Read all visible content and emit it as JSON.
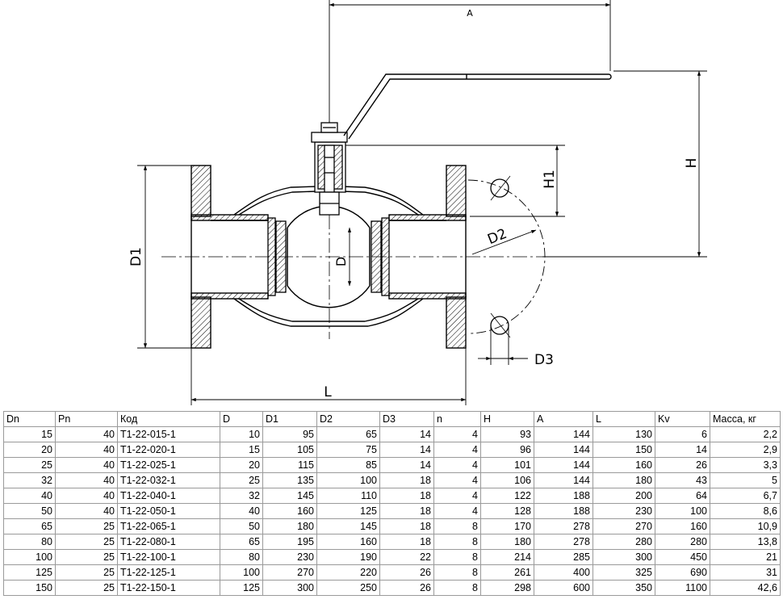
{
  "drawing": {
    "dim_labels": {
      "A": "A",
      "H": "H",
      "H1": "H1",
      "D1": "D1",
      "D": "D",
      "D2": "D2",
      "D3": "D3",
      "L": "L"
    }
  },
  "table": {
    "headers": [
      "Dn",
      "Pn",
      "Код",
      "D",
      "D1",
      "D2",
      "D3",
      "n",
      "H",
      "A",
      "L",
      "Kv",
      "Масса, кг"
    ],
    "text_columns": [
      2
    ],
    "rows": [
      [
        "15",
        "40",
        "Т1-22-015-1",
        "10",
        "95",
        "65",
        "14",
        "4",
        "93",
        "144",
        "130",
        "6",
        "2,2"
      ],
      [
        "20",
        "40",
        "Т1-22-020-1",
        "15",
        "105",
        "75",
        "14",
        "4",
        "96",
        "144",
        "150",
        "14",
        "2,9"
      ],
      [
        "25",
        "40",
        "Т1-22-025-1",
        "20",
        "115",
        "85",
        "14",
        "4",
        "101",
        "144",
        "160",
        "26",
        "3,3"
      ],
      [
        "32",
        "40",
        "Т1-22-032-1",
        "25",
        "135",
        "100",
        "18",
        "4",
        "106",
        "144",
        "180",
        "43",
        "5"
      ],
      [
        "40",
        "40",
        "Т1-22-040-1",
        "32",
        "145",
        "110",
        "18",
        "4",
        "122",
        "188",
        "200",
        "64",
        "6,7"
      ],
      [
        "50",
        "40",
        "Т1-22-050-1",
        "40",
        "160",
        "125",
        "18",
        "4",
        "128",
        "188",
        "230",
        "100",
        "8,6"
      ],
      [
        "65",
        "25",
        "Т1-22-065-1",
        "50",
        "180",
        "145",
        "18",
        "8",
        "170",
        "278",
        "270",
        "160",
        "10,9"
      ],
      [
        "80",
        "25",
        "Т1-22-080-1",
        "65",
        "195",
        "160",
        "18",
        "8",
        "180",
        "278",
        "280",
        "280",
        "13,8"
      ],
      [
        "100",
        "25",
        "Т1-22-100-1",
        "80",
        "230",
        "190",
        "22",
        "8",
        "214",
        "285",
        "300",
        "450",
        "21"
      ],
      [
        "125",
        "25",
        "Т1-22-125-1",
        "100",
        "270",
        "220",
        "26",
        "8",
        "261",
        "400",
        "325",
        "690",
        "31"
      ],
      [
        "150",
        "25",
        "Т1-22-150-1",
        "125",
        "300",
        "250",
        "26",
        "8",
        "298",
        "600",
        "350",
        "1100",
        "42,6"
      ]
    ]
  }
}
